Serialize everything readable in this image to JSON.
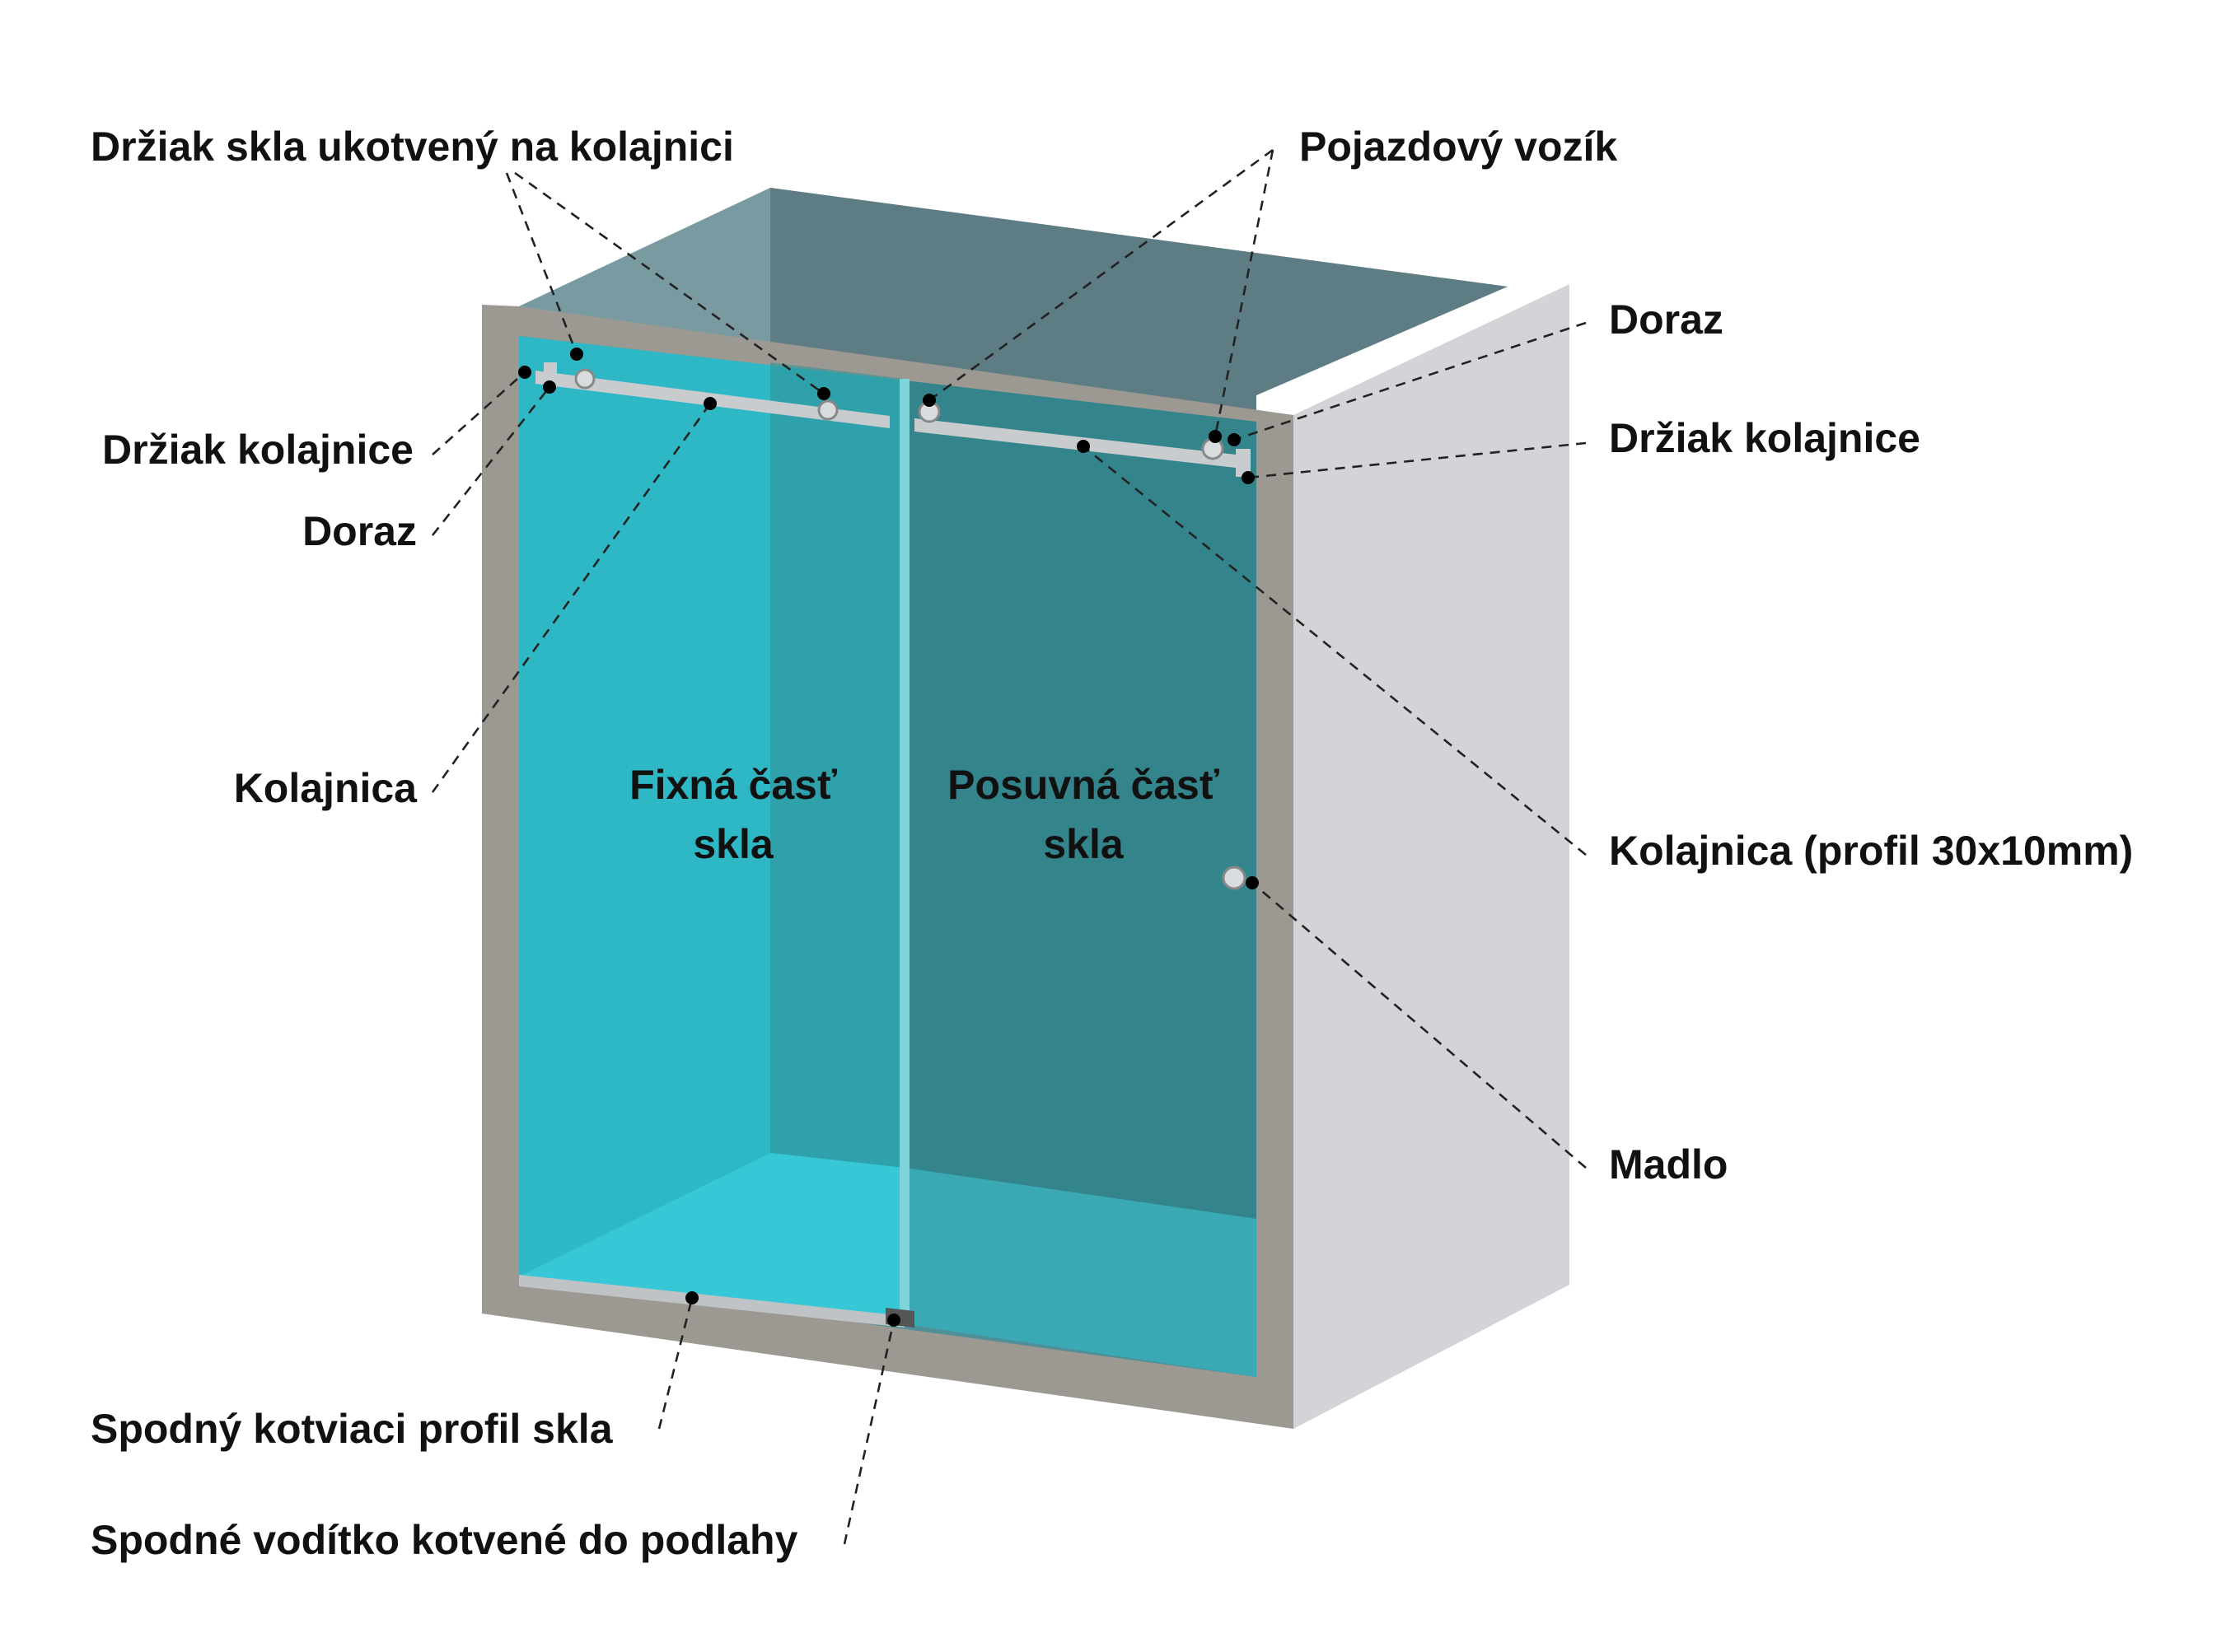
{
  "colors": {
    "frame": "#9c9892",
    "wall_light": "#d3d4d8",
    "wall_dark": "#5e7c84",
    "glass": "#2cb9c6",
    "glass_sliding": "#2f8f96",
    "metal": "#c9cccf"
  },
  "labels": {
    "glass_holder_rail": "Držiak skla ukotvený na kolajnici",
    "carriage": "Pojazdový vozík",
    "stop_right": "Doraz",
    "rail_holder_right": "Držiak kolajnice",
    "rail_holder_left": "Držiak kolajnice",
    "stop_left": "Doraz",
    "rail_left": "Kolajnica",
    "rail_profile": "Kolajnica (profil 30x10mm)",
    "handle": "Madlo",
    "fixed_glass": "Fixná časť skla",
    "sliding_glass": "Posuvná časť skla",
    "bottom_profile": "Spodný kotviaci  profil skla",
    "floor_guide": "Spodné vodítko kotvené do podlahy"
  }
}
